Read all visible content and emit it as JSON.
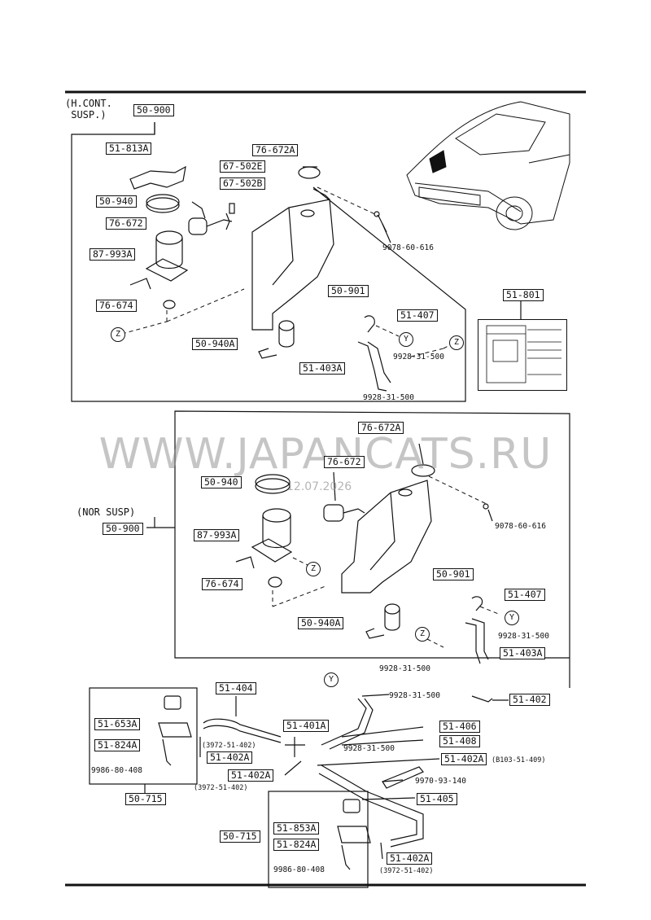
{
  "sections": {
    "hcont": {
      "group": "(H.CONT.\n SUSP.)",
      "code": "50-900"
    },
    "nor": {
      "group": "(NOR SUSP)",
      "code": "50-900"
    }
  },
  "parts_upper": {
    "p1": "51-813A",
    "p2": "76-672A",
    "p3": "67-502E",
    "p4": "67-502B",
    "p5": "50-940",
    "p6": "76-672",
    "p7": "87-993A",
    "p8": "50-901",
    "p9": "76-674",
    "p10": "50-940A",
    "p11": "51-407",
    "p12": "51-403A",
    "bolt": "9078-60-616",
    "clip1": "9928-31-500",
    "clip2": "9928-31-500",
    "card": "51-801"
  },
  "parts_lower": {
    "p1": "76-672A",
    "p2": "76-672",
    "p3": "50-940",
    "p4": "87-993A",
    "p5": "76-674",
    "p6": "50-901",
    "p7": "50-940A",
    "p8": "51-407",
    "p9": "51-403A",
    "bolt": "9078-60-616",
    "clip1": "9928-31-500",
    "clip2": "9928-31-500"
  },
  "parts_bottom": {
    "p1": "51-404",
    "p2": "51-653A",
    "p3": "51-824A",
    "p4": "9986-80-408",
    "p5": "50-715",
    "p6": "51-402A",
    "p6note": "(3972-51-402)",
    "p7": "51-401A",
    "p8": "51-402A",
    "p8note": "(3972-51-402)",
    "p9": "51-406",
    "p10": "51-408",
    "p11": "51-402A",
    "p11note": "(B103-51-409)",
    "p12": "9970-93-140",
    "p13": "51-405",
    "p14": "50-715",
    "p15": "51-853A",
    "p16": "51-824A",
    "p17": "9986-80-408",
    "p18": "51-402A",
    "p18note": "(3972-51-402)",
    "p19": "51-402",
    "clip1": "9928-31-500",
    "clip2": "9928-31-500"
  },
  "markers": {
    "z": "Z",
    "y": "Y"
  },
  "watermark": {
    "text": "WWW.JAPANCATS.RU",
    "date": "12.07.2026"
  }
}
